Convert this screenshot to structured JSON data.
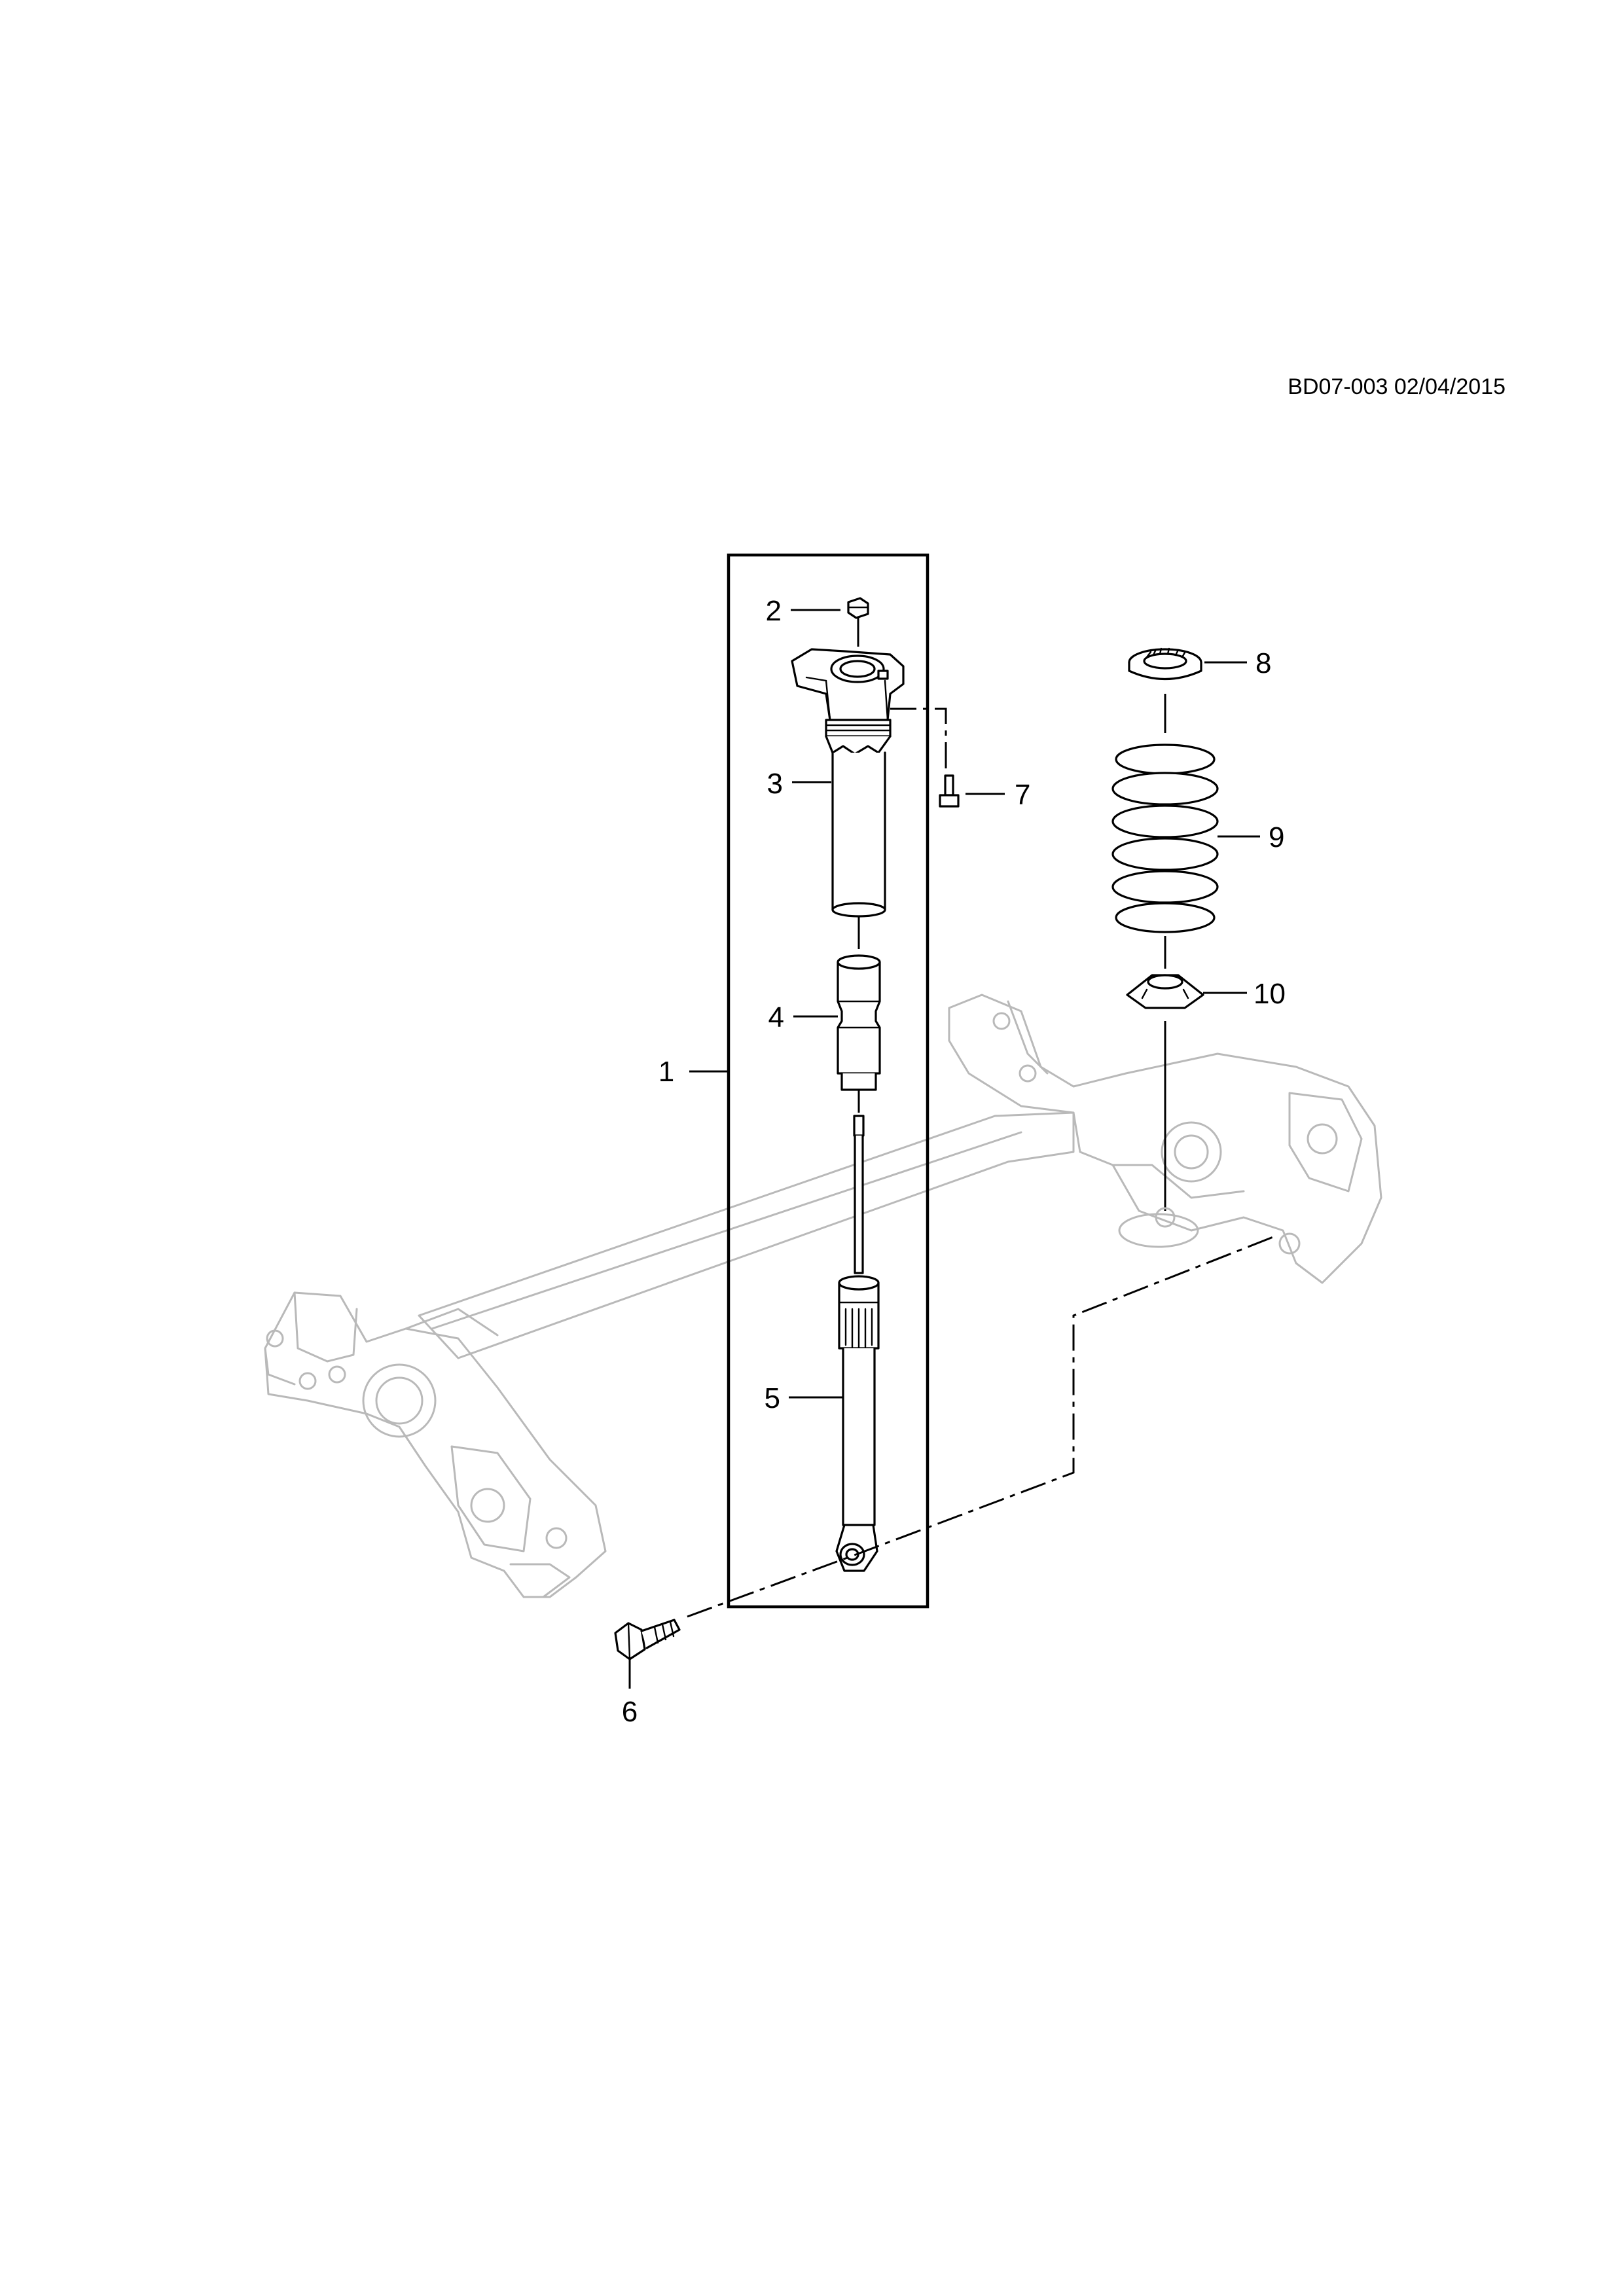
{
  "header": {
    "drawing_code": "BD07-003 02/04/2015"
  },
  "callouts": [
    {
      "id": 1,
      "label": "1",
      "part": "shock-absorber-assembly"
    },
    {
      "id": 2,
      "label": "2",
      "part": "upper-mount-nut"
    },
    {
      "id": 3,
      "label": "3",
      "part": "dust-cover-with-mount"
    },
    {
      "id": 4,
      "label": "4",
      "part": "bump-stop"
    },
    {
      "id": 5,
      "label": "5",
      "part": "shock-absorber"
    },
    {
      "id": 6,
      "label": "6",
      "part": "lower-mount-bolt"
    },
    {
      "id": 7,
      "label": "7",
      "part": "mount-bolt"
    },
    {
      "id": 8,
      "label": "8",
      "part": "upper-spring-seat"
    },
    {
      "id": 9,
      "label": "9",
      "part": "coil-spring"
    },
    {
      "id": 10,
      "label": "10",
      "part": "lower-spring-seat"
    }
  ]
}
